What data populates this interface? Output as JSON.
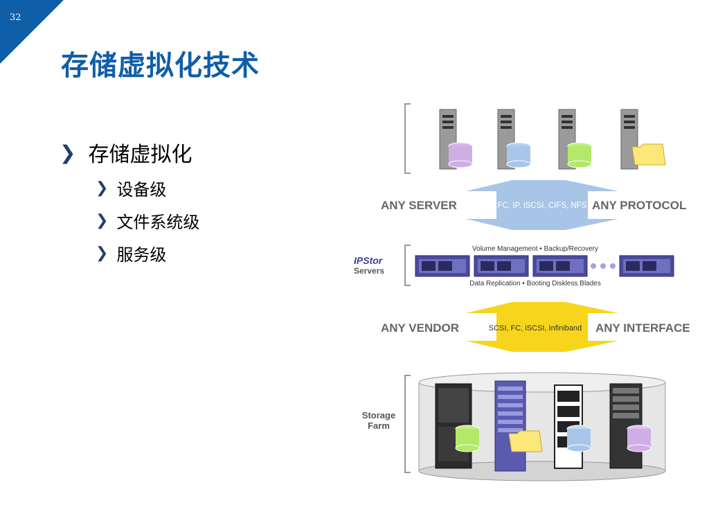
{
  "page": {
    "number": "32"
  },
  "title": "存储虚拟化技术",
  "bullets": {
    "main": "存储虚拟化",
    "items": [
      "设备级",
      "文件系统级",
      "服务级"
    ]
  },
  "diagram": {
    "any_server": "ANY SERVER",
    "server_protocols": "FC, IP, iSCSI, CIFS, NFS",
    "any_protocol": "ANY PROTOCOL",
    "ipstor_brand": "IPStor",
    "servers_label": "Servers",
    "top_caption": "Volume Management • Backup/Recovery",
    "bottom_caption": "Data Replication • Booting Diskless Blades",
    "any_vendor": "ANY VENDOR",
    "vendor_interfaces": "SCSI, FC, iSCSI, Infiniband",
    "any_interface": "ANY INTERFACE",
    "storage_line1": "Storage",
    "storage_line2": "Farm"
  },
  "colors": {
    "accent": "#0f5ea8",
    "blue_arrow": "#a8c4e6",
    "yellow_arrow": "#f7d51c",
    "purple": "#7a6fb5",
    "label_gray": "#666666"
  }
}
